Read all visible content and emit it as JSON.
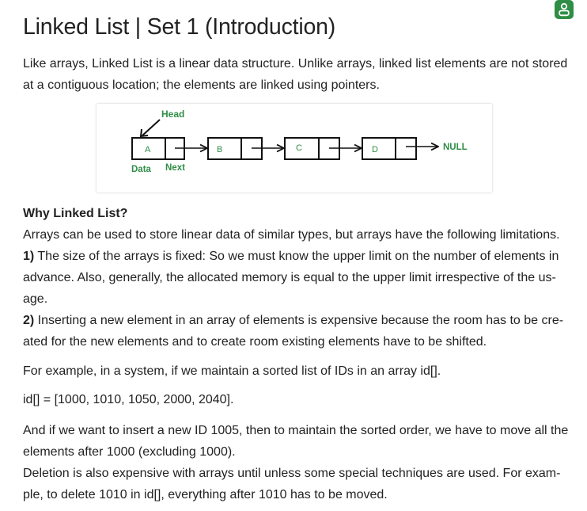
{
  "page": {
    "title": "Linked List | Set 1 (Introduction)",
    "accent_color": "#2f8d46"
  },
  "header": {
    "user_icon": "user-icon"
  },
  "intro": {
    "line1": "Like arrays, Linked List is a linear data structure. Unlike arrays, linked list elements are not stored",
    "line2": "at a contiguous location; the elements are linked using pointers."
  },
  "figure": {
    "head_label": "Head",
    "nodes": [
      "A",
      "B",
      "C",
      "D"
    ],
    "null_label": "NULL",
    "data_label": "Data",
    "next_label": "Next"
  },
  "why": {
    "heading": "Why Linked List?",
    "line1": "Arrays can be used to store linear data of similar types, but arrays have the following limitations.",
    "point1_num": "1)",
    "point1_line1": " The size of the arrays is fixed: So we must know the upper limit on the number of elements in",
    "point1_line2": "advance. Also, generally, the allocated memory is equal to the upper limit irrespective of the us-",
    "point1_line3": "age.",
    "point2_num": "2)",
    "point2_line1": " Inserting a new element in an array of elements is expensive because the room has to be cre-",
    "point2_line2": "ated for the new elements and to create room existing elements have to be shifted."
  },
  "example": {
    "line1": "For example, in a system, if we maintain a sorted list of IDs in an array id[].",
    "ids": "id[] = [1000, 1010, 1050, 2000, 2040]."
  },
  "insert": {
    "line1": "And if we want to insert a new ID 1005, then to maintain the sorted order, we have to move all the",
    "line2": "elements after 1000 (excluding 1000).",
    "line3": "Deletion is also expensive with arrays until unless some special techniques are used. For exam-",
    "line4": "ple, to delete 1010 in id[], everything after 1010 has to be moved."
  }
}
